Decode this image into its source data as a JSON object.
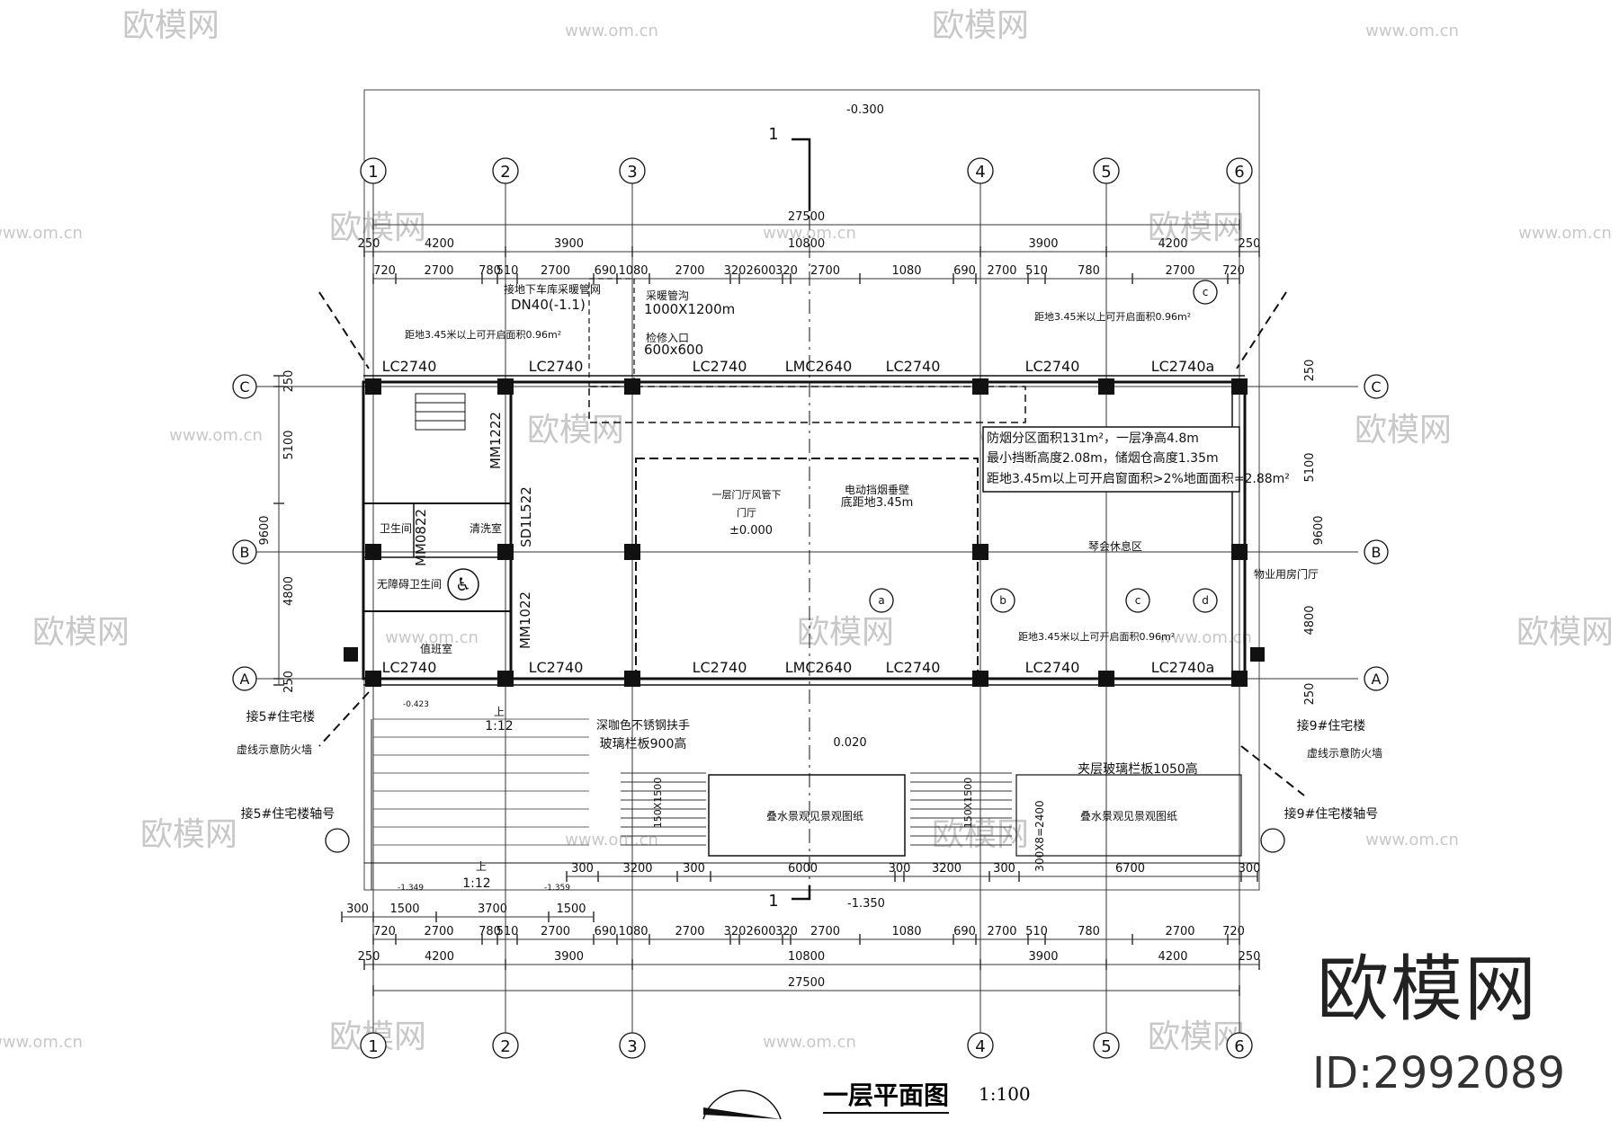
{
  "drawing": {
    "title": "一层平面图",
    "scale": "1:100",
    "brand": "欧模网",
    "id_label": "ID:2992089",
    "watermark": "欧模网",
    "watermark_url": "www.om.cn",
    "section_mark": "1",
    "axes_x": [
      "1",
      "2",
      "3",
      "4",
      "5",
      "6"
    ],
    "axes_y": [
      "C",
      "B",
      "A"
    ],
    "elevations": {
      "top": "-0.300",
      "bottom": "-1.350",
      "mid": "0.020",
      "hall": "±0.000"
    },
    "dims_total": "27500",
    "dims_row2": [
      "250",
      "4200",
      "3900",
      "10800",
      "3900",
      "4200",
      "250"
    ],
    "dims_row3": [
      "720",
      "2700",
      "780",
      "510",
      "2700",
      "690",
      "1080",
      "2700",
      "320",
      "2600",
      "320",
      "2700",
      "1080",
      "690",
      "2700",
      "510",
      "780",
      "2700",
      "720"
    ],
    "dims_left": [
      "250",
      "5100",
      "4800",
      "250"
    ],
    "dims_left_total": "9600",
    "dims_bottom_a": [
      "300",
      "1500",
      "3700",
      "1500"
    ],
    "dims_bottom_b": [
      "300",
      "3200",
      "300",
      "6000",
      "300",
      "3200",
      "300",
      "6700",
      "300"
    ],
    "windows_top": [
      "LC2740",
      "LC2740",
      "LC2740",
      "LMC2640",
      "LC2740",
      "LC2740",
      "LC2740a"
    ],
    "windows_bottom": [
      "LC2740",
      "LC2740",
      "LC2740",
      "LMC2640",
      "LC2740",
      "LC2740",
      "LC2740a"
    ],
    "doors": [
      "MM1222",
      "MM0822",
      "SD1L522",
      "MM1022"
    ],
    "rooms": {
      "hall": "一层门厅风管下",
      "hall2": "门厅",
      "toilet": "卫生间",
      "cleaning": "清洗室",
      "accessible": "无障碍卫生间",
      "duty": "值班室",
      "rest": "琴会休息区",
      "property": "物业用房门厅",
      "pool1": "叠水景观见景观图纸",
      "pool2": "叠水景观见景观图纸"
    },
    "notes": {
      "smoke1": "防烟分区面积131m²，一层净高4.8m",
      "smoke2": "最小挡断高度2.08m，储烟仓高度1.35m",
      "smoke3": "距地3.45m以上可开启窗面积>2%地面面积=2.88m²",
      "win_tl": "距地3.45米以上可开启面积0.96m²",
      "win_tr": "距地3.45米以上可开启面积0.96m²",
      "win_br": "距地3.45米以上可开启面积0.96m²",
      "pipe": "接地下车库采暖管网",
      "pipe2": "DN40(-1.1)",
      "shaft": "采暖管沟",
      "shaft2": "1000X1200m",
      "access": "检修入口",
      "access2": "600x600",
      "smoke_wall": "电动挡烟垂壁",
      "smoke_wall2": "底距地3.45m",
      "rail1": "深咖色不锈钢扶手",
      "rail2": "玻璃栏板900高",
      "rail3": "夹层玻璃栏板1050高",
      "fire_l": "虚线示意防火墙",
      "fire_r": "虚线示意防火墙",
      "link_l": "接5#住宅楼",
      "link_r": "接9#住宅楼",
      "link_l2": "接5#住宅楼轴号",
      "link_r2": "接9#住宅楼轴号",
      "ramp1": "1:12",
      "ramp2": "1:12",
      "up": "上",
      "steps1": "300X8=2400",
      "steps2": "150X1500",
      "steps3": "150X1500"
    },
    "elev_small": [
      "-0.423",
      "-1.349",
      "-1.359"
    ]
  }
}
